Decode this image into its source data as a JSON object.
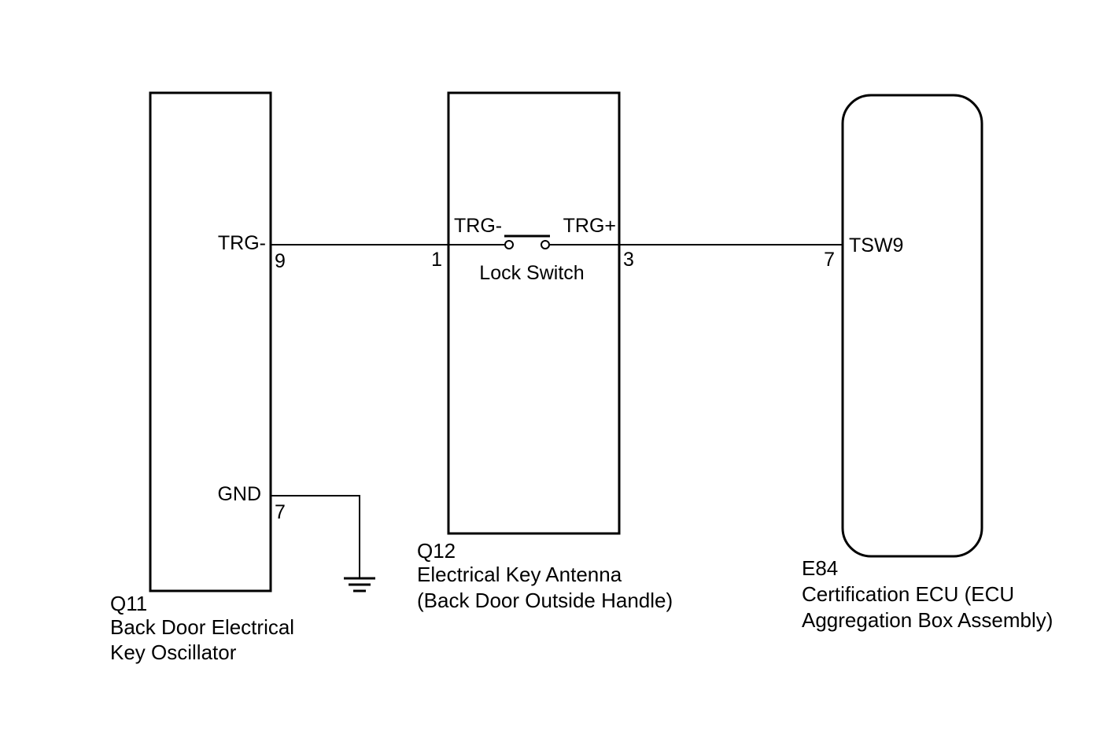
{
  "colors": {
    "line": "#000000",
    "background": "#ffffff"
  },
  "components": {
    "q11": {
      "code": "Q11",
      "name_line1": "Back Door Electrical",
      "name_line2": "Key Oscillator",
      "pins": [
        {
          "signal": "TRG-",
          "number": "9"
        },
        {
          "signal": "GND",
          "number": "7"
        }
      ]
    },
    "q12": {
      "code": "Q12",
      "name_line1": "Electrical Key Antenna",
      "name_line2": "(Back Door Outside Handle)",
      "switch_label": "Lock Switch",
      "pins": [
        {
          "signal": "TRG-",
          "number": "1"
        },
        {
          "signal": "TRG+",
          "number": "3"
        }
      ]
    },
    "e84": {
      "code": "E84",
      "name_line1": "Certification ECU (ECU",
      "name_line2": "Aggregation Box Assembly)",
      "pins": [
        {
          "signal": "TSW9",
          "number": "7"
        }
      ]
    }
  },
  "ground_icon": "ground-symbol-icon"
}
